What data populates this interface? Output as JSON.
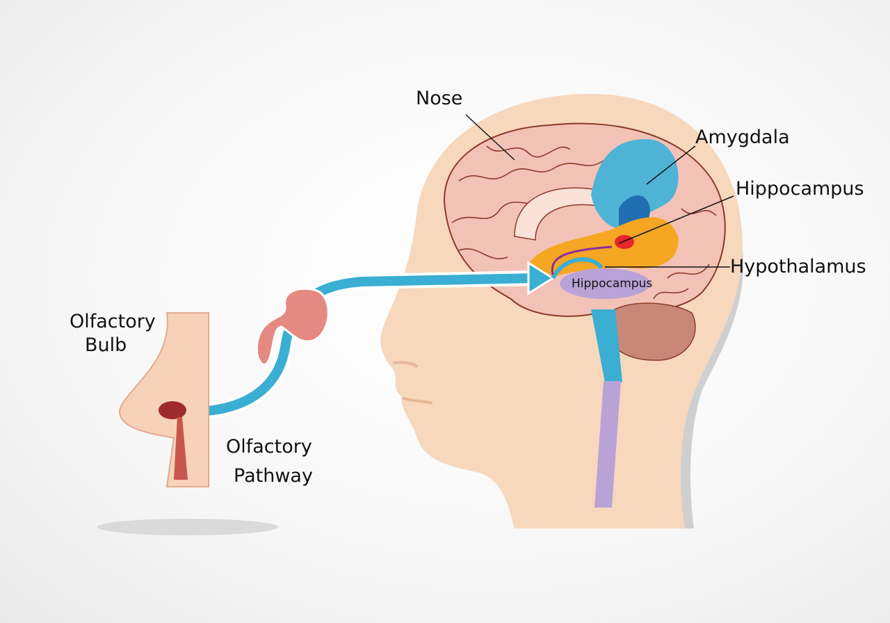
{
  "labels": {
    "nose": "Nose",
    "amygdala": "Amygdala",
    "hippocampus": "Hippocampus",
    "hypothalamus": "Hypothalamus",
    "olfactory_bulb_line1": "Olfactory",
    "olfactory_bulb_line2": "Bulb",
    "olfactory_pathway_line1": "Olfactory",
    "olfactory_pathway_line2": "Pathway",
    "inner_hippocampus": "Hippocampus"
  },
  "colors": {
    "skin": "#f7d8bd",
    "brain": "#f3c2b6",
    "pathway": "#3aaed3",
    "amygdala": "#4fb3d6",
    "orange_region": "#f5a623",
    "hippocampus_region": "#b9a3d6",
    "cerebellum": "#c98877"
  }
}
